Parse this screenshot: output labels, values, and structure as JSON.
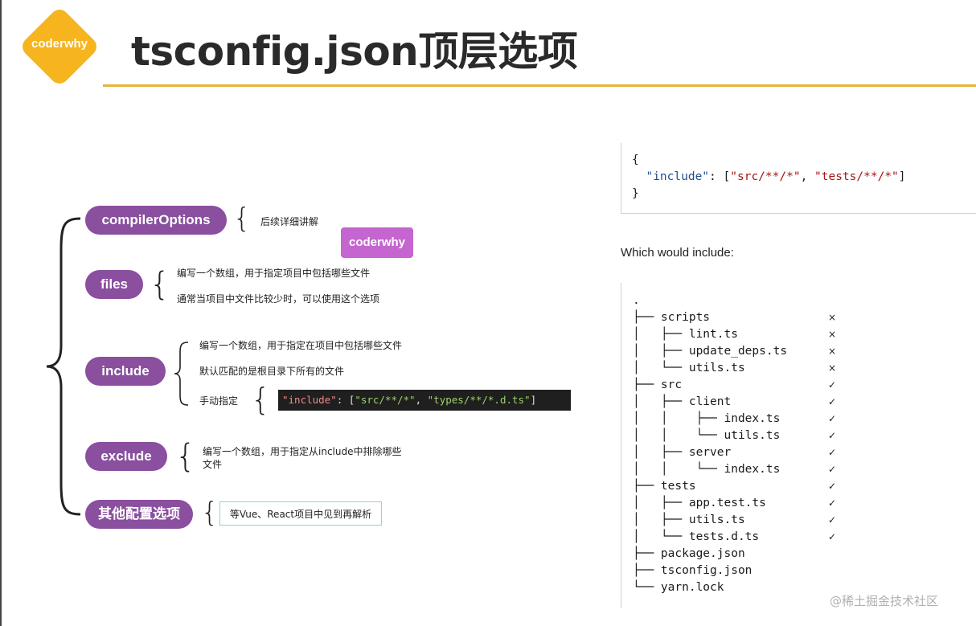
{
  "header": {
    "logo": "coderwhy",
    "title": "tsconfig.json顶层选项"
  },
  "mindmap": {
    "nodes": [
      {
        "label": "compilerOptions",
        "notes": [
          "后续详细讲解"
        ]
      },
      {
        "label": "files",
        "notes": [
          "编写一个数组，用于指定项目中包括哪些文件",
          "通常当项目中文件比较少时，可以使用这个选项"
        ]
      },
      {
        "label": "include",
        "notes": [
          "编写一个数组，用于指定在项目中包括哪些文件",
          "默认匹配的是根目录下所有的文件",
          "手动指定"
        ]
      },
      {
        "label": "exclude",
        "notes": [
          "编写一个数组，用于指定从include中排除哪些",
          "文件"
        ]
      },
      {
        "label": "其他配置选项",
        "notes": [
          "等Vue、React项目中见到再解析"
        ]
      }
    ],
    "badge": "coderwhy",
    "include_example": {
      "key": "\"include\"",
      "colon": ": [",
      "v1": "\"src/**/*\"",
      "comma": ", ",
      "v2": "\"types/**/*.d.ts\"",
      "close": "]"
    }
  },
  "code_example": {
    "open": "{",
    "key": "\"include\"",
    "sep": ": [",
    "v1": "\"src/**/*\"",
    "comma": ", ",
    "v2": "\"tests/**/*\"",
    "close_bracket": "]",
    "close": "}"
  },
  "which_label": "Which would include:",
  "tree": {
    "lines": [
      {
        "text": ".",
        "mark": ""
      },
      {
        "text": "├── scripts",
        "mark": "×"
      },
      {
        "text": "│   ├── lint.ts",
        "mark": "×"
      },
      {
        "text": "│   ├── update_deps.ts",
        "mark": "×"
      },
      {
        "text": "│   └── utils.ts",
        "mark": "×"
      },
      {
        "text": "├── src",
        "mark": "✓"
      },
      {
        "text": "│   ├── client",
        "mark": "✓"
      },
      {
        "text": "│   │    ├── index.ts",
        "mark": "✓"
      },
      {
        "text": "│   │    └── utils.ts",
        "mark": "✓"
      },
      {
        "text": "│   ├── server",
        "mark": "✓"
      },
      {
        "text": "│   │    └── index.ts",
        "mark": "✓"
      },
      {
        "text": "├── tests",
        "mark": "✓"
      },
      {
        "text": "│   ├── app.test.ts",
        "mark": "✓"
      },
      {
        "text": "│   ├── utils.ts",
        "mark": "✓"
      },
      {
        "text": "│   └── tests.d.ts",
        "mark": "✓"
      },
      {
        "text": "├── package.json",
        "mark": ""
      },
      {
        "text": "├── tsconfig.json",
        "mark": ""
      },
      {
        "text": "└── yarn.lock",
        "mark": ""
      }
    ]
  },
  "watermark": "@稀土掘金技术社区"
}
